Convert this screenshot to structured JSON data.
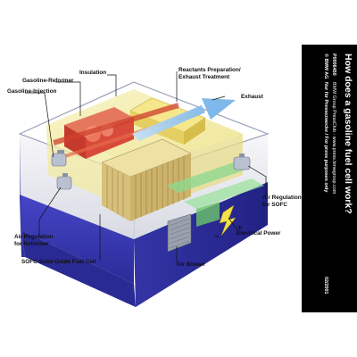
{
  "labels": {
    "insulation": "Insulation",
    "gasoline_reformer": "Gasoline-Reformer",
    "gasoline_injection": "Gasoline-Injection",
    "reactants_prep_line1": "Reactants Preparation/",
    "reactants_prep_line2": "Exhaust Treatment",
    "exhaust": "Exhaust",
    "air_reg_sofc_line1": "Air Regulation",
    "air_reg_sofc_line2": "for SOFC",
    "electrical_power": "Electrical Power",
    "air_reg_reformer_line1": "Air Regulation",
    "air_reg_reformer_line2": "for Reformer",
    "sofc": "SOFC-Solid Oxide Fuel Cell",
    "air_blower": "Air Blower",
    "minus_sign": "−",
    "plus_sign": "+"
  },
  "side_panel": {
    "title": "How does a gasoline fuel cell work?",
    "ref_line1": "P0006450",
    "ref_line2": "BMW Group PressClub - www.press.bmwgroup.com",
    "copyright_line1": "© BMW AG",
    "copyright_line2": "Nur für Pressezwecke / For press purposes only",
    "date": "02/2001"
  },
  "colors": {
    "box_blue": "#3a3ab8",
    "box_blue_dark": "#24248a",
    "insulation_yellow": "#f4ee9c",
    "reformer_red": "#d84a3a",
    "sofc_cells": "#e8d28a",
    "air_green": "#8fd88f",
    "exhaust_blue": "#9ac8ee",
    "panel": "#000000"
  }
}
